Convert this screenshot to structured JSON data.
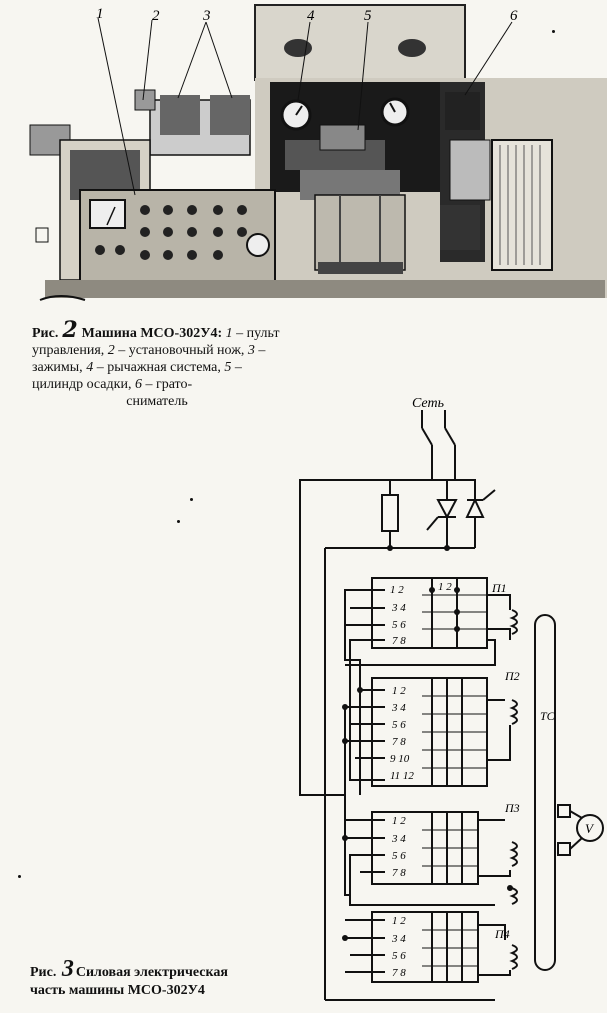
{
  "photo": {
    "callouts": [
      "1",
      "2",
      "3",
      "4",
      "5",
      "6"
    ]
  },
  "figure1": {
    "prefix": "Рис.",
    "number": "2",
    "title": "Машина МСО-302У4:",
    "items": [
      {
        "num": "1",
        "text": " – пульт управления, "
      },
      {
        "num": "2",
        "text": " – установочный нож, "
      },
      {
        "num": "3",
        "text": " – зажимы, "
      },
      {
        "num": "4",
        "text": " – рычажная система, "
      },
      {
        "num": "5",
        "text": " – цилиндр осадки, "
      },
      {
        "num": "6",
        "text": " – грато-"
      }
    ],
    "last_line": "сниматель"
  },
  "schematic": {
    "network_label": "Сеть",
    "switches": [
      {
        "label": "П1",
        "pins": [
          "1 2",
          "3 4",
          "5 6",
          "7 8"
        ]
      },
      {
        "label": "П2",
        "pins": [
          "1 2",
          "3 4",
          "5 6",
          "7 8",
          "9 10",
          "11 12"
        ]
      },
      {
        "label": "П3",
        "pins": [
          "1 2",
          "3 4",
          "5 6",
          "7 8"
        ]
      },
      {
        "label": "П4",
        "pins": [
          "1 2",
          "3 4",
          "5 6",
          "7 8"
        ]
      }
    ],
    "p1_extra": "1 2",
    "transformer_label": "ТС",
    "voltmeter_label": "V"
  },
  "figure2": {
    "prefix": "Рис.",
    "number": "3",
    "line1": "Силовая электрическая",
    "line2": "часть машины МСО-302У4"
  }
}
